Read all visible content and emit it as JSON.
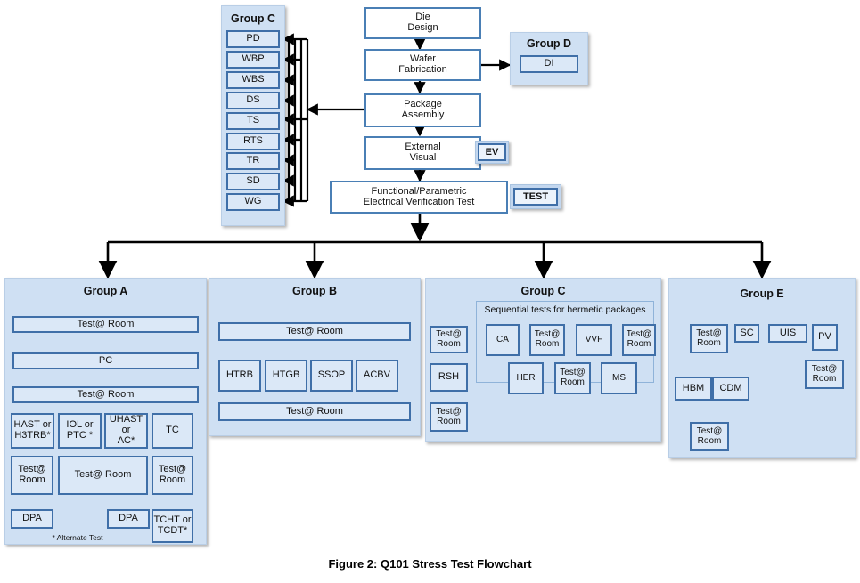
{
  "figure": {
    "caption": "Figure 2:  Q101 Stress Test Flowchart"
  },
  "top_flow": {
    "die_design": "Die\nDesign",
    "wafer_fabrication": "Wafer\nFabrication",
    "package_assembly": "Package\nAssembly",
    "external_visual": "External\nVisual",
    "functional_test": "Functional/Parametric\nElectrical Verification Test",
    "badges": {
      "ev": "EV",
      "test": "TEST"
    }
  },
  "group_c_top": {
    "title": "Group C",
    "items": [
      "PD",
      "WBP",
      "WBS",
      "DS",
      "TS",
      "RTS",
      "TR",
      "SD",
      "WG"
    ]
  },
  "group_d": {
    "title": "Group D",
    "items": [
      "DI"
    ]
  },
  "group_a": {
    "title": "Group A",
    "note": "* Alternate Test",
    "test_room_1": "Test@ Room",
    "pc": "PC",
    "test_room_2": "Test@ Room",
    "stress": [
      "HAST or\nH3TRB*",
      "IOL or\nPTC *",
      "UHAST or\nAC*",
      "TC"
    ],
    "test_room_left": "Test@\nRoom",
    "test_room_mid": "Test@ Room",
    "test_room_right": "Test@\nRoom",
    "dpa_left": "DPA",
    "dpa_mid": "DPA",
    "tcht": "TCHT or\nTCDT*"
  },
  "group_b": {
    "title": "Group B",
    "test_room_top": "Test@ Room",
    "stress": [
      "HTRB",
      "HTGB",
      "SSOP",
      "ACBV"
    ],
    "test_room_bottom": "Test@ Room"
  },
  "group_c_bottom": {
    "title": "Group C",
    "subzone_title": "Sequential tests for hermetic packages",
    "test_room_in": "Test@\nRoom",
    "rsh": "RSH",
    "test_room_out": "Test@\nRoom",
    "seq_row1": [
      "CA",
      "Test@\nRoom",
      "VVF",
      "Test@\nRoom"
    ],
    "seq_row2": [
      "HER",
      "Test@\nRoom",
      "MS"
    ]
  },
  "group_e": {
    "title": "Group E",
    "test_room_top": "Test@\nRoom",
    "sc": "SC",
    "uis": "UIS",
    "pv": "PV",
    "hbm": "HBM",
    "cdm": "CDM",
    "test_room_bottom": "Test@\nRoom",
    "test_room_pv": "Test@\nRoom"
  },
  "colors": {
    "panel_fill": "#cfe0f3",
    "box_fill_light": "#dbe8f7",
    "box_fill_white": "#ffffff",
    "box_border": "#3f6fa8",
    "wire": "#000000"
  }
}
